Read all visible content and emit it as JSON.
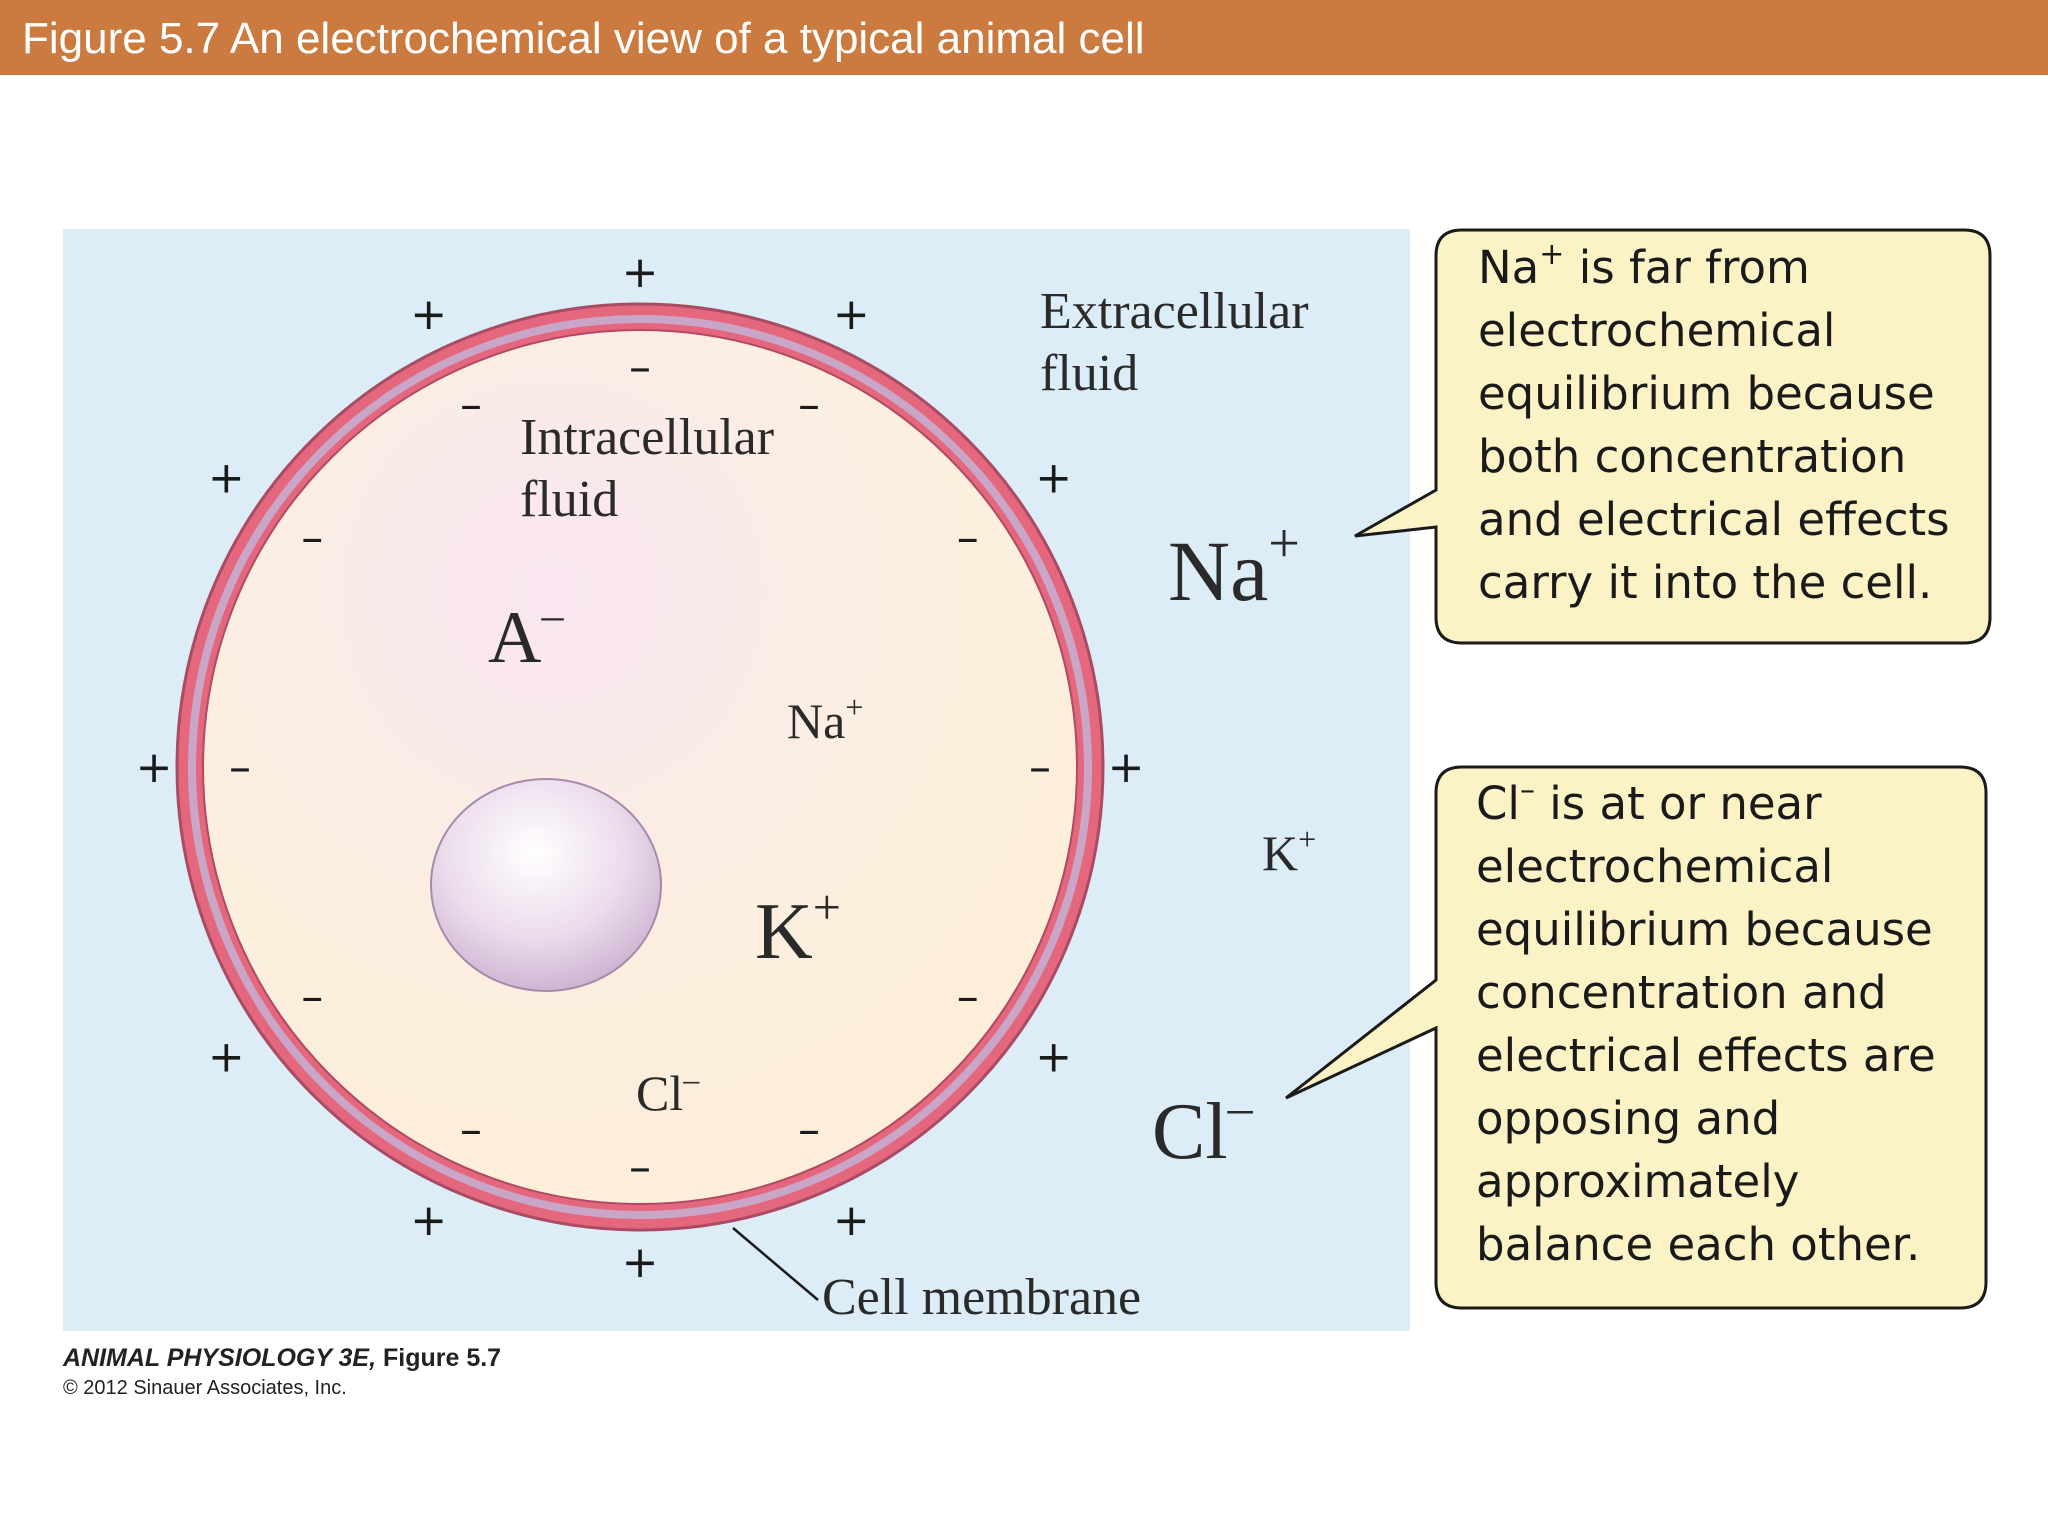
{
  "header": {
    "title": "Figure 5.7  An electrochemical view of a typical animal cell"
  },
  "labels": {
    "extracellular_line1": "Extracellular",
    "extracellular_line2": "fluid",
    "intracellular_line1": "Intracellular",
    "intracellular_line2": "fluid",
    "cell_membrane": "Cell membrane"
  },
  "ions": {
    "intracellular": {
      "anion": {
        "symbol": "A",
        "charge": "–"
      },
      "sodium": {
        "symbol": "Na",
        "charge": "+"
      },
      "potassium": {
        "symbol": "K",
        "charge": "+"
      },
      "chloride": {
        "symbol": "Cl",
        "charge": "–"
      }
    },
    "extracellular": {
      "sodium": {
        "symbol": "Na",
        "charge": "+"
      },
      "potassium": {
        "symbol": "K",
        "charge": "+"
      },
      "chloride": {
        "symbol": "Cl",
        "charge": "–"
      }
    }
  },
  "membrane_charges": {
    "outside": "+",
    "inside": "–"
  },
  "callouts": {
    "sodium": {
      "ion_symbol": "Na",
      "ion_charge": "+",
      "text_line1": " is far from",
      "lines": [
        "electrochemical",
        "equilibrium because",
        "both concentration",
        "and electrical effects",
        "carry it into the cell."
      ]
    },
    "chloride": {
      "ion_symbol": "Cl",
      "ion_charge": "–",
      "text_line1": " is at or near",
      "lines": [
        "electrochemical",
        "equilibrium because",
        "concentration and",
        "electrical effects are",
        "opposing and",
        "approximately",
        "balance each other."
      ]
    }
  },
  "credit": {
    "book": "ANIMAL PHYSIOLOGY 3E,",
    "figure": " Figure 5.7",
    "copyright": "© 2012 Sinauer Associates, Inc."
  },
  "colors": {
    "title_bar": "#cb7b40",
    "fluid_background": "#dcedf7",
    "cytoplasm": "#fdf0dc",
    "membrane_outer": "#e5677e",
    "membrane_inner": "#c9a6c7",
    "callout_fill": "#fbf2c6"
  }
}
